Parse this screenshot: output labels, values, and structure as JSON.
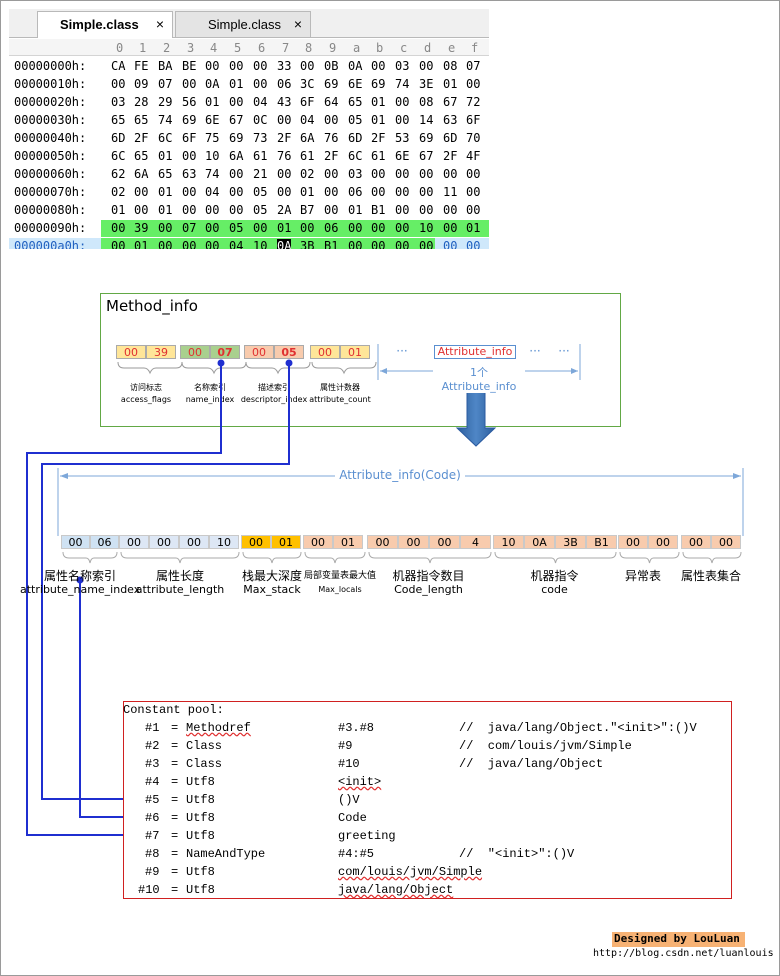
{
  "tabs": [
    {
      "label": "Simple.class",
      "active": true,
      "close": "×"
    },
    {
      "label": "Simple.class",
      "active": false,
      "close": "×"
    }
  ],
  "hex": {
    "columns": [
      "0",
      "1",
      "2",
      "3",
      "4",
      "5",
      "6",
      "7",
      "8",
      "9",
      "a",
      "b",
      "c",
      "d",
      "e",
      "f"
    ],
    "rows": [
      {
        "addr": "00000000h:",
        "bytes": [
          "CA",
          "FE",
          "BA",
          "BE",
          "00",
          "00",
          "00",
          "33",
          "00",
          "0B",
          "0A",
          "00",
          "03",
          "00",
          "08",
          "07"
        ]
      },
      {
        "addr": "00000010h:",
        "bytes": [
          "00",
          "09",
          "07",
          "00",
          "0A",
          "01",
          "00",
          "06",
          "3C",
          "69",
          "6E",
          "69",
          "74",
          "3E",
          "01",
          "00"
        ]
      },
      {
        "addr": "00000020h:",
        "bytes": [
          "03",
          "28",
          "29",
          "56",
          "01",
          "00",
          "04",
          "43",
          "6F",
          "64",
          "65",
          "01",
          "00",
          "08",
          "67",
          "72"
        ]
      },
      {
        "addr": "00000030h:",
        "bytes": [
          "65",
          "65",
          "74",
          "69",
          "6E",
          "67",
          "0C",
          "00",
          "04",
          "00",
          "05",
          "01",
          "00",
          "14",
          "63",
          "6F"
        ]
      },
      {
        "addr": "00000040h:",
        "bytes": [
          "6D",
          "2F",
          "6C",
          "6F",
          "75",
          "69",
          "73",
          "2F",
          "6A",
          "76",
          "6D",
          "2F",
          "53",
          "69",
          "6D",
          "70"
        ]
      },
      {
        "addr": "00000050h:",
        "bytes": [
          "6C",
          "65",
          "01",
          "00",
          "10",
          "6A",
          "61",
          "76",
          "61",
          "2F",
          "6C",
          "61",
          "6E",
          "67",
          "2F",
          "4F"
        ]
      },
      {
        "addr": "00000060h:",
        "bytes": [
          "62",
          "6A",
          "65",
          "63",
          "74",
          "00",
          "21",
          "00",
          "02",
          "00",
          "03",
          "00",
          "00",
          "00",
          "00",
          "00"
        ]
      },
      {
        "addr": "00000070h:",
        "bytes": [
          "02",
          "00",
          "01",
          "00",
          "04",
          "00",
          "05",
          "00",
          "01",
          "00",
          "06",
          "00",
          "00",
          "00",
          "11",
          "00"
        ]
      },
      {
        "addr": "00000080h:",
        "bytes": [
          "01",
          "00",
          "01",
          "00",
          "00",
          "00",
          "05",
          "2A",
          "B7",
          "00",
          "01",
          "B1",
          "00",
          "00",
          "00",
          "00"
        ]
      },
      {
        "addr": "00000090h:",
        "bytes": [
          "00",
          "39",
          "00",
          "07",
          "00",
          "05",
          "00",
          "01",
          "00",
          "06",
          "00",
          "00",
          "00",
          "10",
          "00",
          "01"
        ]
      },
      {
        "addr": "000000a0h:",
        "bytes": [
          "00",
          "01",
          "00",
          "00",
          "00",
          "04",
          "10",
          "0A",
          "3B",
          "B1",
          "00",
          "00",
          "00",
          "00",
          "00",
          "00"
        ]
      }
    ],
    "trailing": ","
  },
  "method_info": {
    "title": "Method_info",
    "cells": [
      "00",
      "39",
      "00",
      "07",
      "00",
      "05",
      "00",
      "01"
    ],
    "dots1": "···",
    "attr_label": "Attribute_info",
    "dots2": "···",
    "dots3": "···",
    "one_attr": "1个Attribute_info",
    "fields": [
      {
        "cn": "访问标志",
        "en": "access_flags"
      },
      {
        "cn": "名称索引",
        "en": "name_index"
      },
      {
        "cn": "描述索引",
        "en": "descriptor_index"
      },
      {
        "cn": "属性计数器",
        "en": "attribute_count"
      }
    ]
  },
  "code_attr": {
    "title": "Attribute_info(Code)",
    "cells": [
      "00",
      "06",
      "00",
      "00",
      "00",
      "10",
      "00",
      "01",
      "00",
      "01",
      "00",
      "00",
      "00",
      "4",
      "10",
      "0A",
      "3B",
      "B1",
      "00",
      "00",
      "00",
      "00"
    ],
    "fields": [
      {
        "cn": "属性名称索引",
        "en": "attribute_name_index"
      },
      {
        "cn": "属性长度",
        "en": "attribute_length"
      },
      {
        "cn": "栈最大深度",
        "en": "Max_stack"
      },
      {
        "cn": "局部变量表最大值",
        "en": "Max_locals"
      },
      {
        "cn": "机器指令数目",
        "en": "Code_length"
      },
      {
        "cn": "机器指令",
        "en": "code"
      },
      {
        "cn": "异常表",
        "en": ""
      },
      {
        "cn": "属性表集合",
        "en": ""
      }
    ]
  },
  "constant_pool": {
    "header": "Constant pool:",
    "entries": [
      {
        "idx": "#1",
        "eq": "=",
        "type": "Methodref",
        "val": "#3.#8",
        "comment": "//  java/lang/Object.\"<init>\":()V"
      },
      {
        "idx": "#2",
        "eq": "=",
        "type": "Class",
        "val": "#9",
        "comment": "//  com/louis/jvm/Simple"
      },
      {
        "idx": "#3",
        "eq": "=",
        "type": "Class",
        "val": "#10",
        "comment": "//  java/lang/Object"
      },
      {
        "idx": "#4",
        "eq": "=",
        "type": "Utf8",
        "val": "<init>",
        "comment": ""
      },
      {
        "idx": "#5",
        "eq": "=",
        "type": "Utf8",
        "val": "()V",
        "comment": ""
      },
      {
        "idx": "#6",
        "eq": "=",
        "type": "Utf8",
        "val": "Code",
        "comment": ""
      },
      {
        "idx": "#7",
        "eq": "=",
        "type": "Utf8",
        "val": "greeting",
        "comment": ""
      },
      {
        "idx": "#8",
        "eq": "=",
        "type": "NameAndType",
        "val": "#4:#5",
        "comment": "//  \"<init>\":()V"
      },
      {
        "idx": "#9",
        "eq": "=",
        "type": "Utf8",
        "val": "com/louis/jvm/Simple",
        "comment": ""
      },
      {
        "idx": "#10",
        "eq": "=",
        "type": "Utf8",
        "val": "java/lang/Object",
        "comment": ""
      }
    ]
  },
  "credit": {
    "designed": "Designed by LouLuan",
    "url": "http://blog.csdn.net/luanlouis"
  },
  "colors": {
    "yellow": "#ffe699",
    "green": "#a9d08e",
    "salmon": "#f8cbad",
    "blue": "#cfe2f3",
    "orange": "#ffc000",
    "wire": "#1f2fd0",
    "highlight": "#66ee66"
  }
}
